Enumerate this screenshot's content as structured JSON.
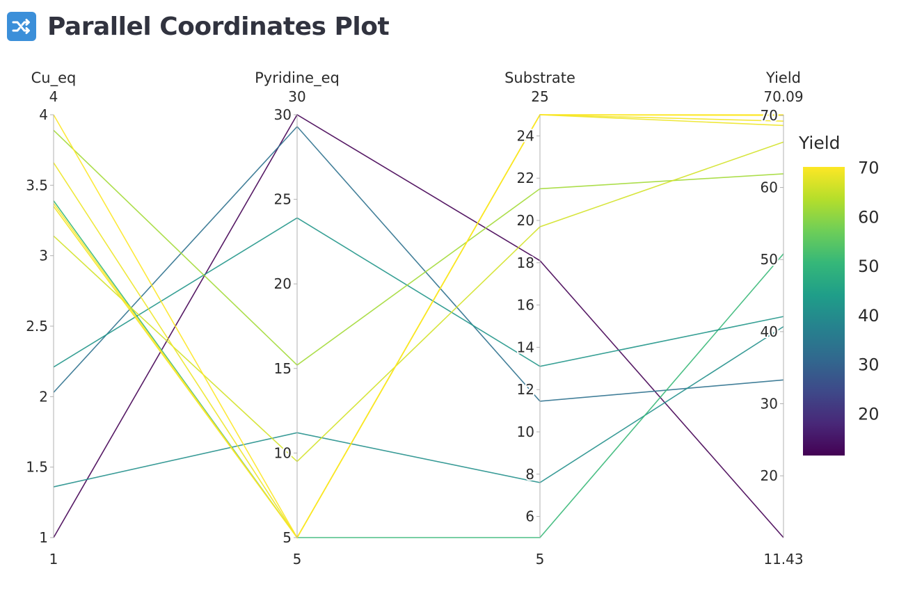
{
  "page": {
    "title": "Parallel Coordinates Plot",
    "icon": "shuffle-icon"
  },
  "colors": {
    "icon_bg": "#3b8fd9",
    "title": "#31333f",
    "axis": "#b0b0b0",
    "colorscale": [
      "#440154",
      "#482878",
      "#3e4989",
      "#31688e",
      "#26828e",
      "#1f9e89",
      "#35b779",
      "#6ece58",
      "#b5de2b",
      "#fde725"
    ]
  },
  "chart_data": {
    "type": "parallel_coordinates",
    "color_dimension": "Yield",
    "colorscale": "Viridis",
    "colorbar": {
      "title": "Yield",
      "tickvals": [
        20,
        30,
        40,
        50,
        60,
        70
      ],
      "range": [
        11.43,
        70.09
      ]
    },
    "dimensions": [
      {
        "label": "Cu_eq",
        "range": [
          1,
          4
        ],
        "min_label": "1",
        "max_label": "4",
        "tickvals": [
          1,
          1.5,
          2,
          2.5,
          3,
          3.5,
          4
        ],
        "ticktext": [
          "1",
          "1.5",
          "2",
          "2.5",
          "3",
          "3.5",
          "4"
        ]
      },
      {
        "label": "Pyridine_eq",
        "range": [
          5,
          30
        ],
        "min_label": "5",
        "max_label": "30",
        "tickvals": [
          5,
          10,
          15,
          20,
          25,
          30
        ],
        "ticktext": [
          "5",
          "10",
          "15",
          "20",
          "25",
          "30"
        ]
      },
      {
        "label": "Substrate",
        "range": [
          5,
          25
        ],
        "min_label": "5",
        "max_label": "25",
        "tickvals": [
          6,
          8,
          10,
          12,
          14,
          16,
          18,
          20,
          22,
          24
        ],
        "ticktext": [
          "6",
          "8",
          "10",
          "12",
          "14",
          "16",
          "18",
          "20",
          "22",
          "24"
        ]
      },
      {
        "label": "Yield",
        "range": [
          11.43,
          70.09
        ],
        "min_label": "11.43",
        "max_label": "70.09",
        "tickvals": [
          20,
          30,
          40,
          50,
          60,
          70
        ],
        "ticktext": [
          "20",
          "30",
          "40",
          "50",
          "60",
          "70"
        ]
      }
    ],
    "lines": [
      [
        1.0,
        30.0,
        18.1,
        11.43
      ],
      [
        2.03,
        29.3,
        11.45,
        33.3
      ],
      [
        1.36,
        11.2,
        7.6,
        40.7
      ],
      [
        3.39,
        5.0,
        5.0,
        50.8
      ],
      [
        2.21,
        23.9,
        13.1,
        42.1
      ],
      [
        3.89,
        15.2,
        21.5,
        61.9
      ],
      [
        3.14,
        9.5,
        19.7,
        66.3
      ],
      [
        4.0,
        5.0,
        25.0,
        70.09
      ],
      [
        3.66,
        5.0,
        25.0,
        68.6
      ],
      [
        3.35,
        5.0,
        25.0,
        69.2
      ],
      [
        3.37,
        5.0,
        25.0,
        70.0
      ]
    ]
  }
}
